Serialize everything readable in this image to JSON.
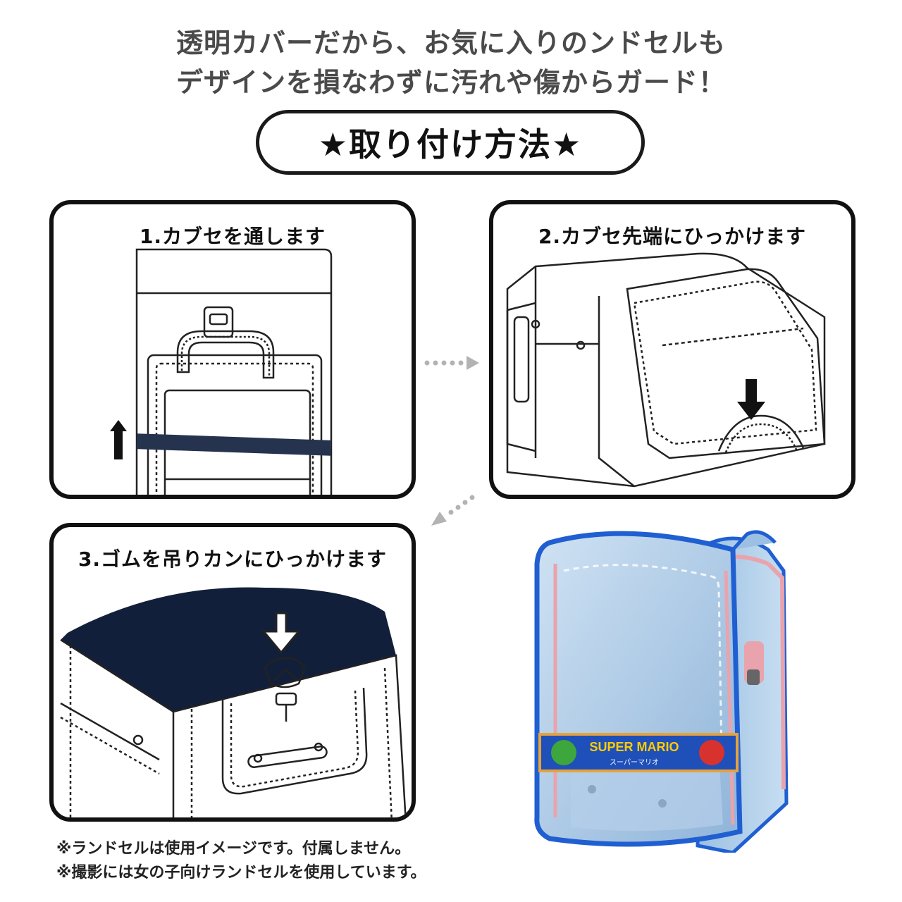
{
  "headline": {
    "line1": "透明カバーだから、お気に入りのンドセルも",
    "line2": "デザインを損なわずに汚れや傷からガード！"
  },
  "title": "★取り付け方法★",
  "steps": [
    {
      "caption": "1.カブセを通します"
    },
    {
      "caption": "2.カブセ先端にひっかけます"
    },
    {
      "caption": "3.ゴムを吊りカンにひっかけます"
    }
  ],
  "product_label": {
    "brand": "SUPER MARIO",
    "brand_jp": "スーパーマリオ"
  },
  "notes": [
    "※ランドセルは使用イメージです。付属しません。",
    "※撮影には女の子向けランドセルを使用しています。"
  ],
  "colors": {
    "ink": "#111111",
    "strap": "#26334f",
    "bag_blue": "#a9c8e6",
    "bag_edge": "#1f5fd1",
    "pink": "#e9a3ac",
    "arrow_gray": "#b3b3b3"
  }
}
